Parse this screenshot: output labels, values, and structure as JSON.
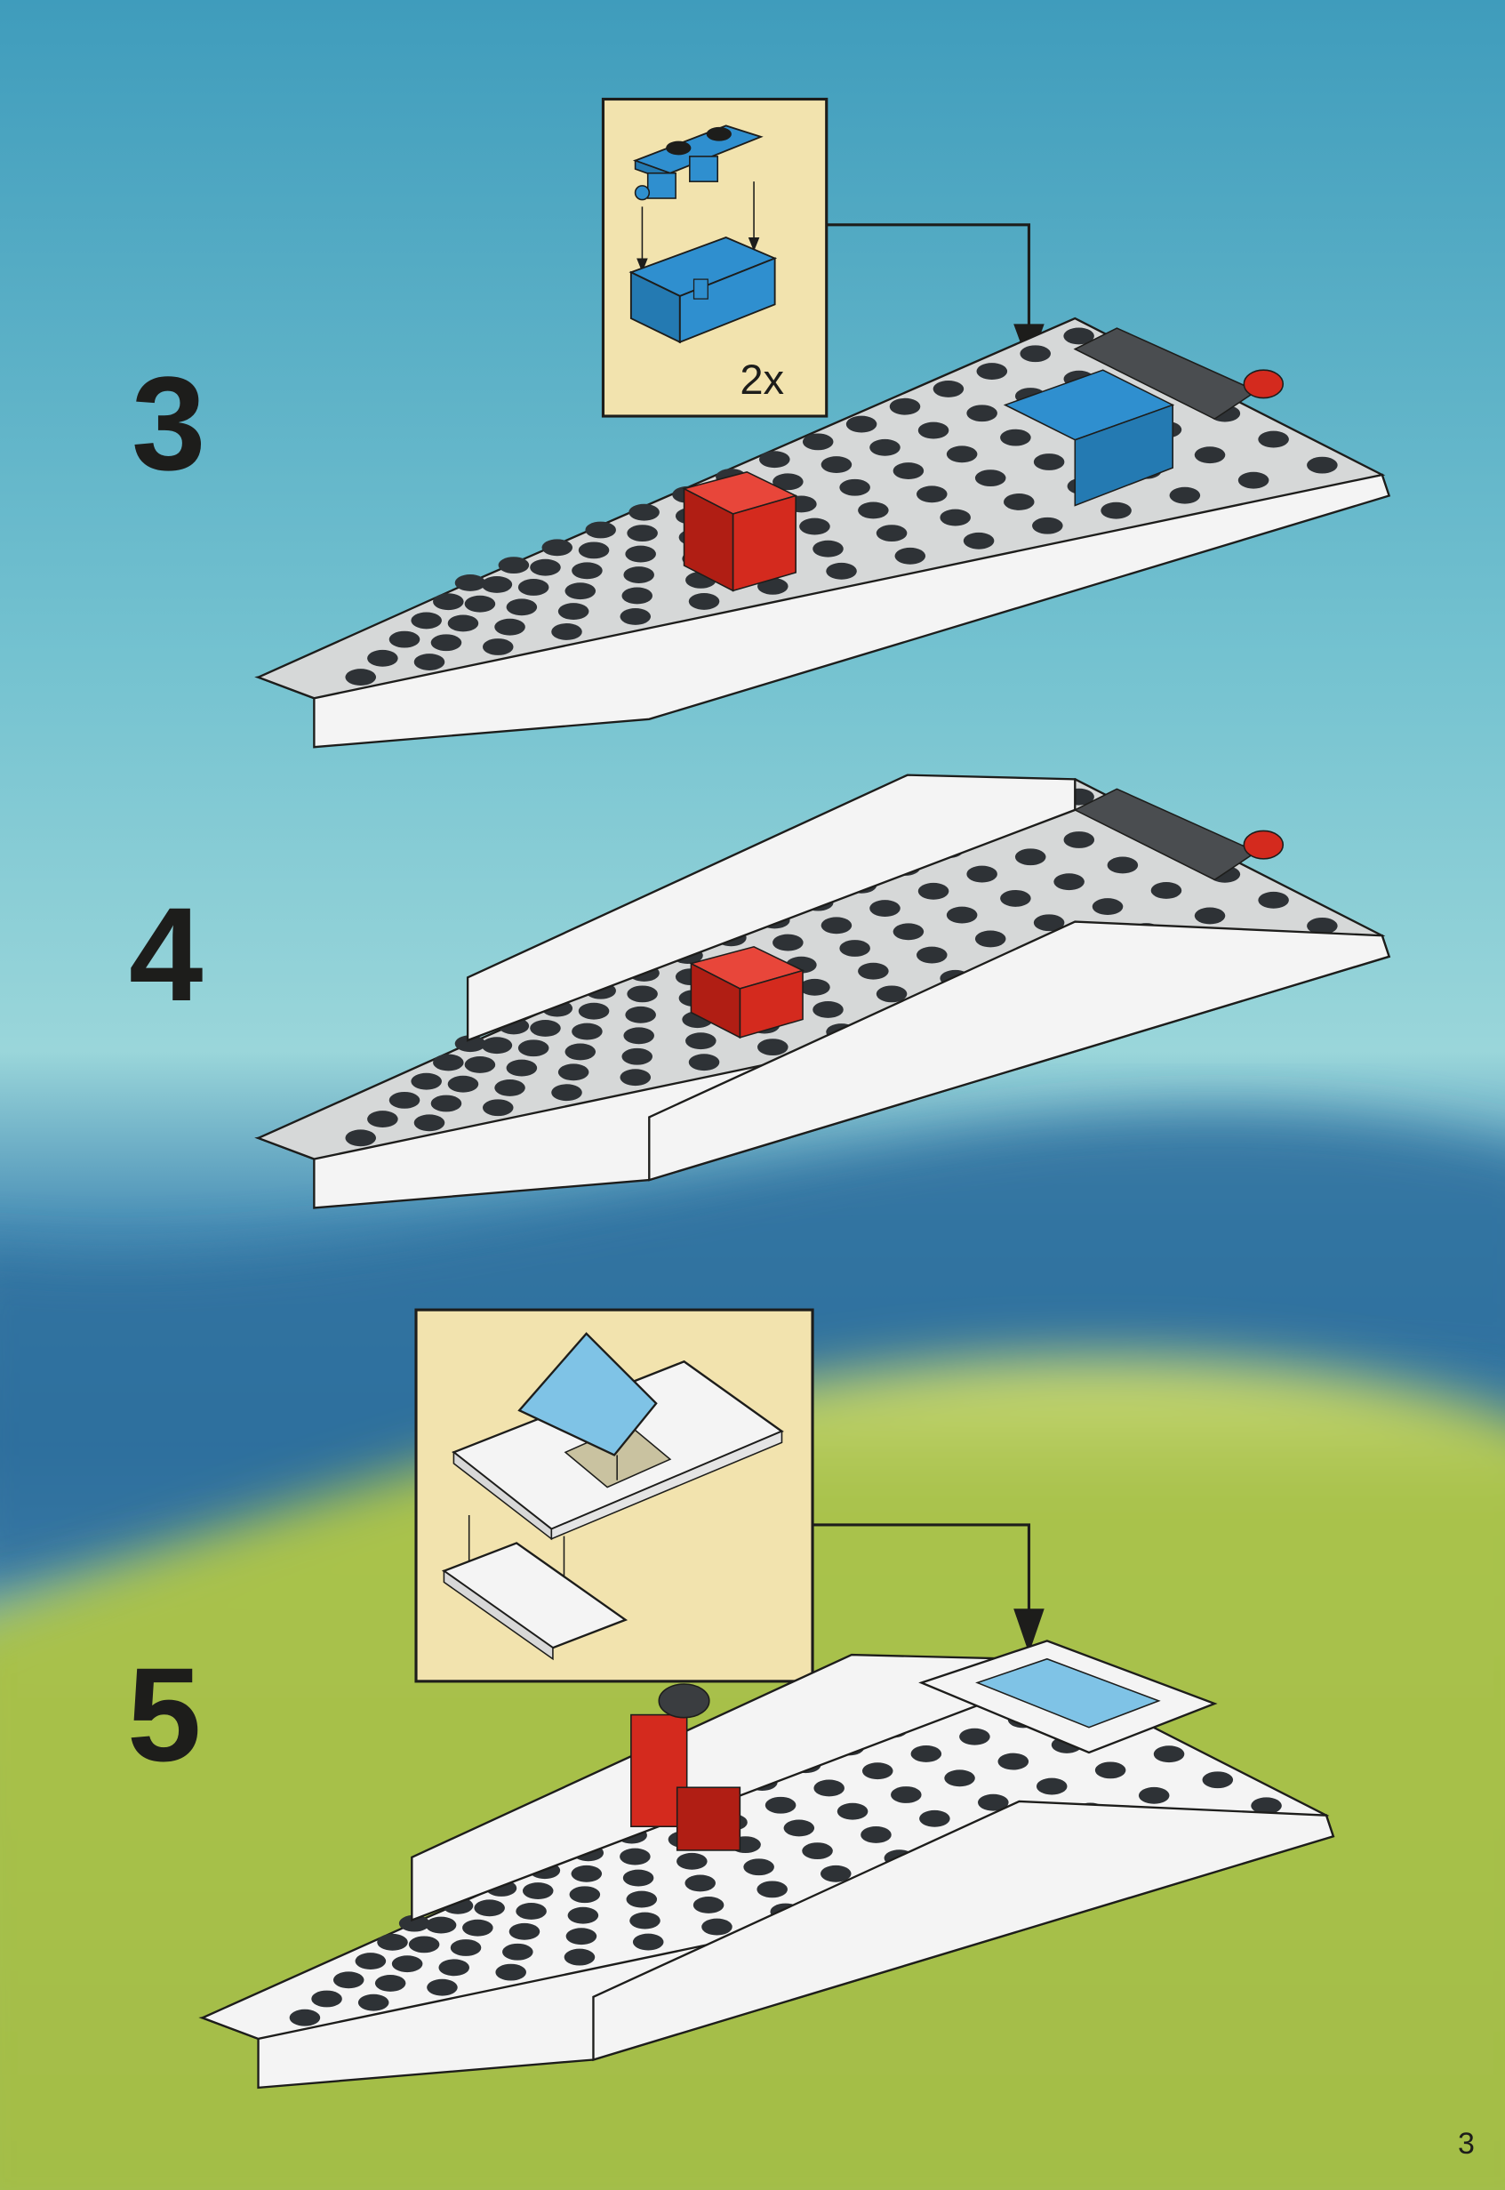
{
  "steps": [
    {
      "number": "3",
      "callout": {
        "quantity": "2x"
      }
    },
    {
      "number": "4"
    },
    {
      "number": "5"
    }
  ],
  "page_number": "3",
  "colors": {
    "sky_top": "#3f9cbc",
    "sky_light": "#9ad6da",
    "water_band": "#2f6f9e",
    "grass": "#a9c24c",
    "callout_bg": "#f2e3ae",
    "brick_red": "#d42a1e",
    "brick_blue": "#2f8fcf",
    "hull_white": "#f4f4f4",
    "deck_gray": "#d6d8d8",
    "stud_dark": "#2e3236"
  }
}
